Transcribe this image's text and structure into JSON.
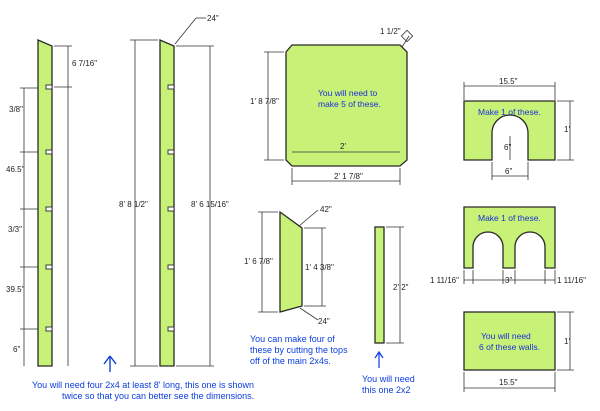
{
  "notes": {
    "main": [
      "You will need four 2x4 at least 8' long, this one is shown",
      "twice so that you can better see the dimensions."
    ],
    "angle": [
      "You can make four of",
      "these by cutting the tops",
      "off of the main 2x4s."
    ],
    "stick": [
      "You will need",
      "this one 2x2"
    ],
    "square": [
      "You will need to",
      "make 5 of these."
    ],
    "arch1": [
      "Make 1 of these."
    ],
    "arch2": [
      "Make 1 of these."
    ],
    "wall": [
      "You will need",
      "6 of these walls."
    ]
  },
  "dims": {
    "post_top_angle": "24\"",
    "post_a_top": "6 7/16\"",
    "post_a_gaps": [
      "3/8\"",
      "46.5\"",
      "3/3\"",
      "39.5\"",
      "6\""
    ],
    "post_b_len1": "8' 8 1/2\"",
    "post_b_len2": "8' 6 15/16\"",
    "square_corner": "1 1/2\"",
    "square_side": "1' 8 7/8\"",
    "square_width": "2'",
    "square_total": "2' 1 7/8\"",
    "angle_top": "42\"",
    "angle_len1": "1' 6 7/8\"",
    "angle_len2": "1' 4 3/8\"",
    "angle_bottom": "24\"",
    "stick_len": "2' 2\"",
    "arch1_width": "15.5\"",
    "arch1_height": "1'",
    "arch1_slot_h": "6\"",
    "arch1_slot_w": "6\"",
    "arch2_side_l": "1 11/16\"",
    "arch2_mid": "3\"",
    "arch2_side_r": "1 11/16\"",
    "wall_height": "1'",
    "wall_width": "15.5\""
  },
  "icons": {
    "arrow": "up-arrow-icon"
  },
  "colors": {
    "part_fill": "#c7f277",
    "note_text": "#1b2fd8"
  }
}
